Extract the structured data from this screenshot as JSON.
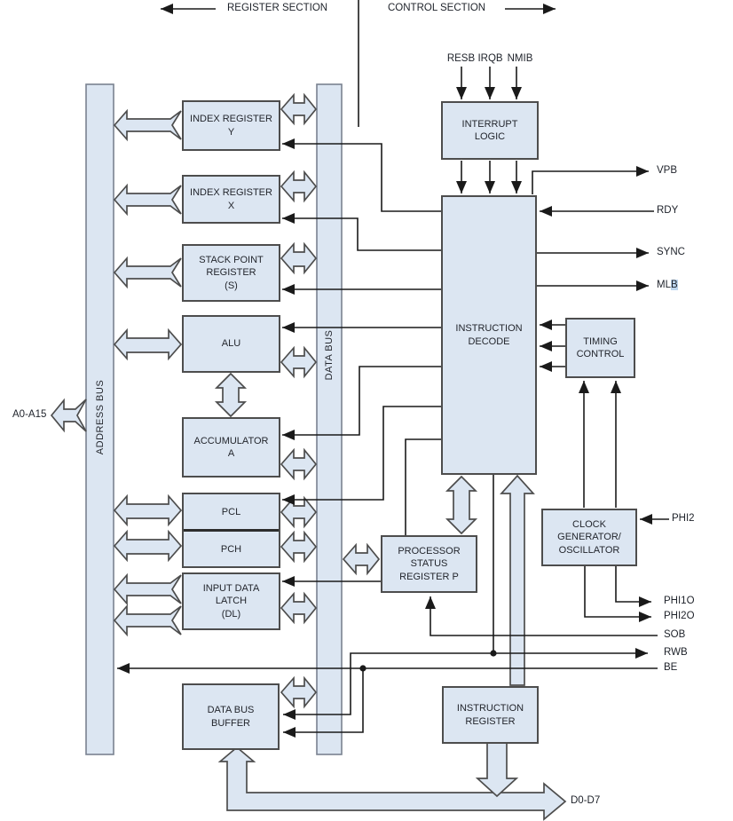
{
  "header": {
    "register_section": "REGISTER SECTION",
    "control_section": "CONTROL SECTION"
  },
  "buses": {
    "address_bus": "ADDRESS BUS",
    "data_bus": "DATA BUS"
  },
  "blocks": {
    "index_y": "INDEX REGISTER\nY",
    "index_x": "INDEX REGISTER\nX",
    "stack": "STACK POINT\nREGISTER\n(S)",
    "alu": "ALU",
    "accumulator": "ACCUMULATOR\nA",
    "pcl": "PCL",
    "pch": "PCH",
    "input_data_latch": "INPUT DATA\nLATCH\n(DL)",
    "data_bus_buffer": "DATA BUS\nBUFFER",
    "interrupt_logic": "INTERRUPT\nLOGIC",
    "instruction_decode": "INSTRUCTION\nDECODE",
    "timing_control": "TIMING\nCONTROL",
    "clock_generator": "CLOCK\nGENERATOR/\nOSCILLATOR",
    "processor_status": "PROCESSOR\nSTATUS\nREGISTER P",
    "instruction_register": "INSTRUCTION\nREGISTER"
  },
  "pins": {
    "resb": "RESB",
    "irqb": "IRQB",
    "nmib": "NMIB",
    "vpb": "VPB",
    "rdy": "RDY",
    "sync": "SYNC",
    "mlb_main": "ML",
    "mlb_highlight": "B",
    "phi2": "PHI2",
    "phi1o": "PHI1O",
    "phi2o": "PHI2O",
    "sob": "SOB",
    "rwb": "RWB",
    "be": "BE",
    "a0_a15": "A0-A15",
    "d0_d7": "D0-D7"
  },
  "colors": {
    "block_fill": "#dce6f2",
    "block_border": "#4d4d4d",
    "line": "#1a1a1a",
    "mlb_highlight": "#bcd5ee"
  }
}
